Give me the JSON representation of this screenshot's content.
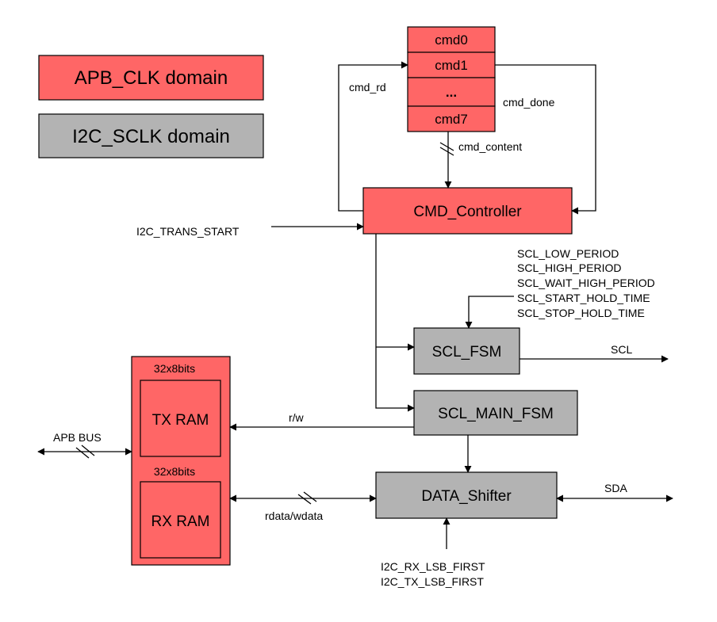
{
  "legend": {
    "apb": "APB_CLK domain",
    "i2c": "I2C_SCLK domain"
  },
  "colors": {
    "apb": "#FF6666",
    "i2c": "#B3B3B3",
    "line": "#000000"
  },
  "cmd_queue": [
    "cmd0",
    "cmd1",
    "...",
    "cmd7"
  ],
  "blocks": {
    "cmd_controller": "CMD_Controller",
    "scl_fsm": "SCL_FSM",
    "scl_main_fsm": "SCL_MAIN_FSM",
    "data_shifter": "DATA_Shifter"
  },
  "ram": {
    "tx_size": "32x8bits",
    "tx": "TX RAM",
    "rx_size": "32x8bits",
    "rx": "RX RAM"
  },
  "signals": {
    "cmd_rd": "cmd_rd",
    "cmd_done": "cmd_done",
    "cmd_content": "cmd_content",
    "trans_start": "I2C_TRANS_START",
    "scl": "SCL",
    "sda": "SDA",
    "rw": "r/w",
    "rdata_wdata": "rdata/wdata",
    "apb_bus": "APB BUS",
    "timing": [
      "SCL_LOW_PERIOD",
      "SCL_HIGH_PERIOD",
      "SCL_WAIT_HIGH_PERIOD",
      "SCL_START_HOLD_TIME",
      "SCL_STOP_HOLD_TIME"
    ],
    "lsb": [
      "I2C_RX_LSB_FIRST",
      "I2C_TX_LSB_FIRST"
    ]
  }
}
